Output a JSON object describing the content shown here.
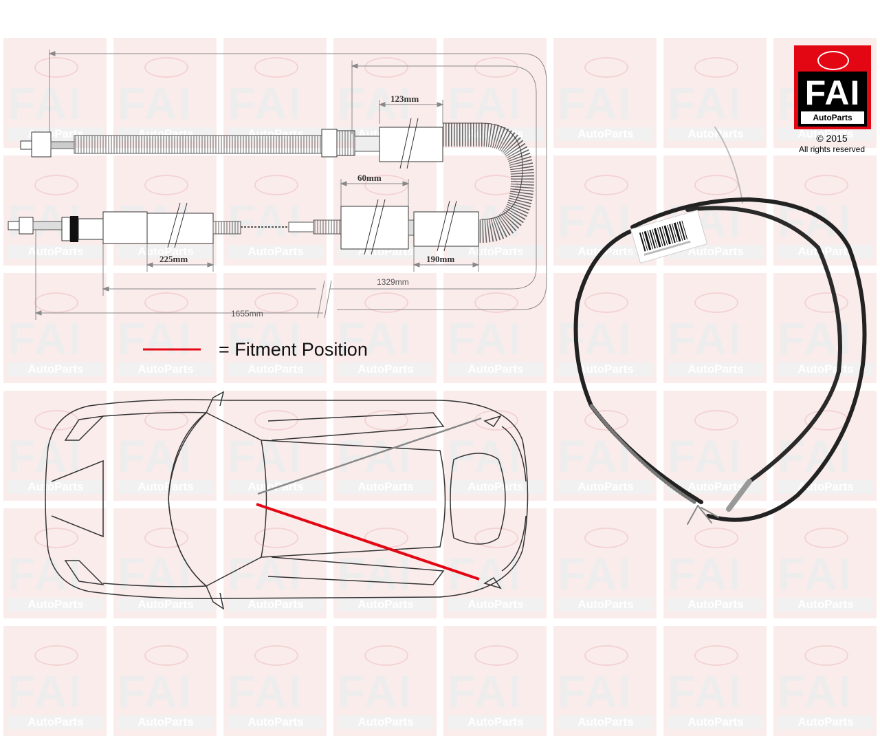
{
  "watermark": {
    "brand": "FAI",
    "tagline": "AutoParts"
  },
  "logo": {
    "brand": "FAI",
    "tagline": "AutoParts",
    "accent_color": "#e30613"
  },
  "copyright": {
    "year": "© 2015",
    "rights": "All rights reserved"
  },
  "dimensions": {
    "d123": "123mm",
    "d60": "60mm",
    "d225": "225mm",
    "d190": "190mm",
    "d1329": "1329mm",
    "d1655": "1655mm"
  },
  "legend": {
    "text": "= Fitment Position",
    "color": "#e30613"
  }
}
